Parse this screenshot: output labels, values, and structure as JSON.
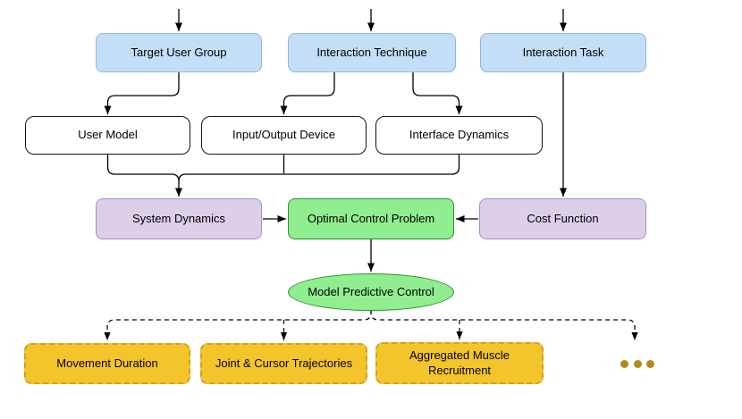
{
  "diagram": {
    "title": "Model Predictive Control pipeline diagram",
    "colors": {
      "input_node_fill": "#C3DEF6",
      "input_node_stroke": "#8CB8E4",
      "model_node_fill": "#FFFFFF",
      "model_node_stroke": "#141414",
      "dynamics_node_fill": "#DBCFEA",
      "dynamics_node_stroke": "#A391C8",
      "control_node_fill": "#90EE90",
      "control_node_stroke": "#2F8F2F",
      "output_node_fill": "#F3C52B",
      "output_node_stroke": "#CDA227",
      "ellipsis_dot_color": "#B38B1D",
      "connector_color": "#000000"
    },
    "nodes": {
      "inputs": [
        {
          "label": "Target User Group"
        },
        {
          "label": "Interaction Technique"
        },
        {
          "label": "Interaction Task"
        }
      ],
      "models": [
        {
          "label": "User Model"
        },
        {
          "label": "Input/Output Device"
        },
        {
          "label": "Interface Dynamics"
        }
      ],
      "problem": [
        {
          "label": "System Dynamics"
        },
        {
          "label": "Optimal Control Problem"
        },
        {
          "label": "Cost Function"
        }
      ],
      "solver": {
        "label": "Model Predictive Control"
      },
      "outputs": [
        {
          "label": "Movement Duration"
        },
        {
          "label": "Joint & Cursor Trajectories"
        },
        {
          "label": "Aggregated Muscle Recruitment"
        }
      ],
      "more_outputs_icon": "ellipsis-dots"
    },
    "edges": [
      {
        "from": "external",
        "to": "Target User Group",
        "style": "solid"
      },
      {
        "from": "external",
        "to": "Interaction Technique",
        "style": "solid"
      },
      {
        "from": "external",
        "to": "Interaction Task",
        "style": "solid"
      },
      {
        "from": "Target User Group",
        "to": "User Model",
        "style": "solid"
      },
      {
        "from": "Interaction Technique",
        "to": "Input/Output Device",
        "style": "solid"
      },
      {
        "from": "Interaction Technique",
        "to": "Interface Dynamics",
        "style": "solid"
      },
      {
        "from": "Interaction Task",
        "to": "Cost Function",
        "style": "solid"
      },
      {
        "from": "User Model",
        "to": "System Dynamics",
        "style": "solid"
      },
      {
        "from": "Input/Output Device",
        "to": "System Dynamics",
        "style": "solid"
      },
      {
        "from": "Interface Dynamics",
        "to": "System Dynamics",
        "style": "solid"
      },
      {
        "from": "System Dynamics",
        "to": "Optimal Control Problem",
        "style": "solid"
      },
      {
        "from": "Cost Function",
        "to": "Optimal Control Problem",
        "style": "solid"
      },
      {
        "from": "Optimal Control Problem",
        "to": "Model Predictive Control",
        "style": "solid"
      },
      {
        "from": "Model Predictive Control",
        "to": "Movement Duration",
        "style": "dashed"
      },
      {
        "from": "Model Predictive Control",
        "to": "Joint & Cursor Trajectories",
        "style": "dashed"
      },
      {
        "from": "Model Predictive Control",
        "to": "Aggregated Muscle Recruitment",
        "style": "dashed"
      },
      {
        "from": "Model Predictive Control",
        "to": "more-outputs",
        "style": "dashed"
      }
    ]
  }
}
